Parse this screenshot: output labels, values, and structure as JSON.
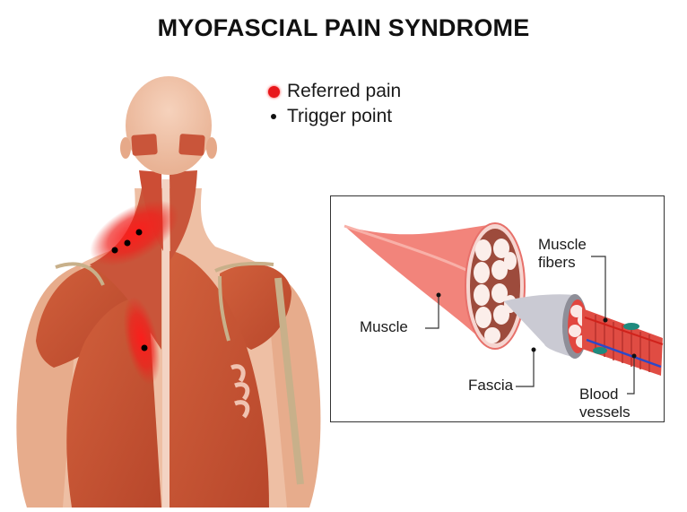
{
  "title": "MYOFASCIAL PAIN SYNDROME",
  "legend": {
    "items": [
      {
        "marker": "red-dot",
        "label": "Referred pain",
        "color": "#e8161a"
      },
      {
        "marker": "black-dot",
        "label": "Trigger point",
        "color": "#111111"
      }
    ]
  },
  "back_figure": {
    "description": "Posterior view of human back musculature with referred pain areas and trigger points",
    "trigger_points": 4,
    "colors": {
      "skin": "#efc1a6",
      "muscle": "#c8502f",
      "referred_pain": "#e8161a",
      "tendon": "#c8b08a"
    }
  },
  "inset": {
    "labels": {
      "muscle": "Muscle",
      "fascia": "Fascia",
      "muscle_fibers_1": "Muscle",
      "muscle_fibers_2": "fibers",
      "blood_vessels_1": "Blood",
      "blood_vessels_2": "vessels"
    },
    "colors": {
      "muscle": "#f07f78",
      "fascia": "#c9c9d1",
      "vessel": "#2a49c9",
      "fiber": "#e2463f"
    }
  }
}
